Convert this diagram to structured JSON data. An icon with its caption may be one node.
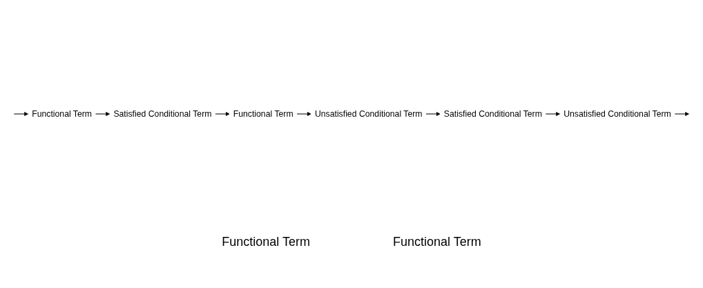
{
  "diagram": {
    "nodes": [
      {
        "text": [
          "Functional Term"
        ]
      },
      {
        "text": [
          "Satisfied Conditional Term"
        ]
      },
      {
        "text": [
          "Functional Term"
        ]
      },
      {
        "text": [
          "Unsatisfied Conditional Term"
        ]
      },
      {
        "text": [
          "Satisfied Conditional Term"
        ]
      },
      {
        "text": [
          "Unsatisfied Conditional Term"
        ]
      }
    ],
    "edges": [
      {
        "from": null,
        "to": 0,
        "arrow": "to"
      },
      {
        "from": 0,
        "to": 1,
        "arrow": "to"
      },
      {
        "from": 1,
        "to": 2,
        "arrow": "to"
      },
      {
        "from": 2,
        "to": 3,
        "arrow": "to"
      },
      {
        "from": 3,
        "to": 4,
        "arrow": "to"
      },
      {
        "from": 4,
        "to": 5,
        "arrow": "to"
      },
      {
        "from": 5,
        "to": null,
        "arrow": "to"
      }
    ],
    "labels": [
      "Functional Term",
      "Functional Term"
    ]
  }
}
